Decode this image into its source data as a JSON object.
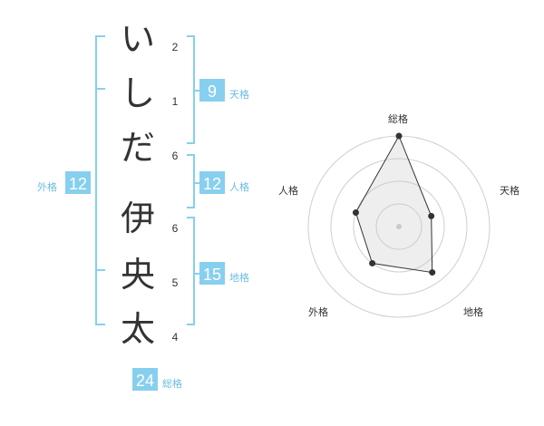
{
  "name": {
    "chars": [
      {
        "char": "い",
        "strokes": "2"
      },
      {
        "char": "し",
        "strokes": "1"
      },
      {
        "char": "だ",
        "strokes": "6"
      },
      {
        "char": "伊",
        "strokes": "6"
      },
      {
        "char": "央",
        "strokes": "5"
      },
      {
        "char": "太",
        "strokes": "4"
      }
    ]
  },
  "kakusu": {
    "tenkaku": {
      "value": "9",
      "label": "天格"
    },
    "jinkaku": {
      "value": "12",
      "label": "人格"
    },
    "chikaku": {
      "value": "15",
      "label": "地格"
    },
    "gaikaku": {
      "value": "12",
      "label": "外格"
    },
    "soukaku": {
      "value": "24",
      "label": "総格"
    }
  },
  "colors": {
    "accent": "#87cfee",
    "label": "#6dbbe3",
    "bracket": "#87cfee"
  },
  "chart_data": {
    "type": "radar",
    "axes": [
      "総格",
      "天格",
      "地格",
      "外格",
      "人格"
    ],
    "values": [
      24,
      9,
      15,
      12,
      12
    ]
  }
}
